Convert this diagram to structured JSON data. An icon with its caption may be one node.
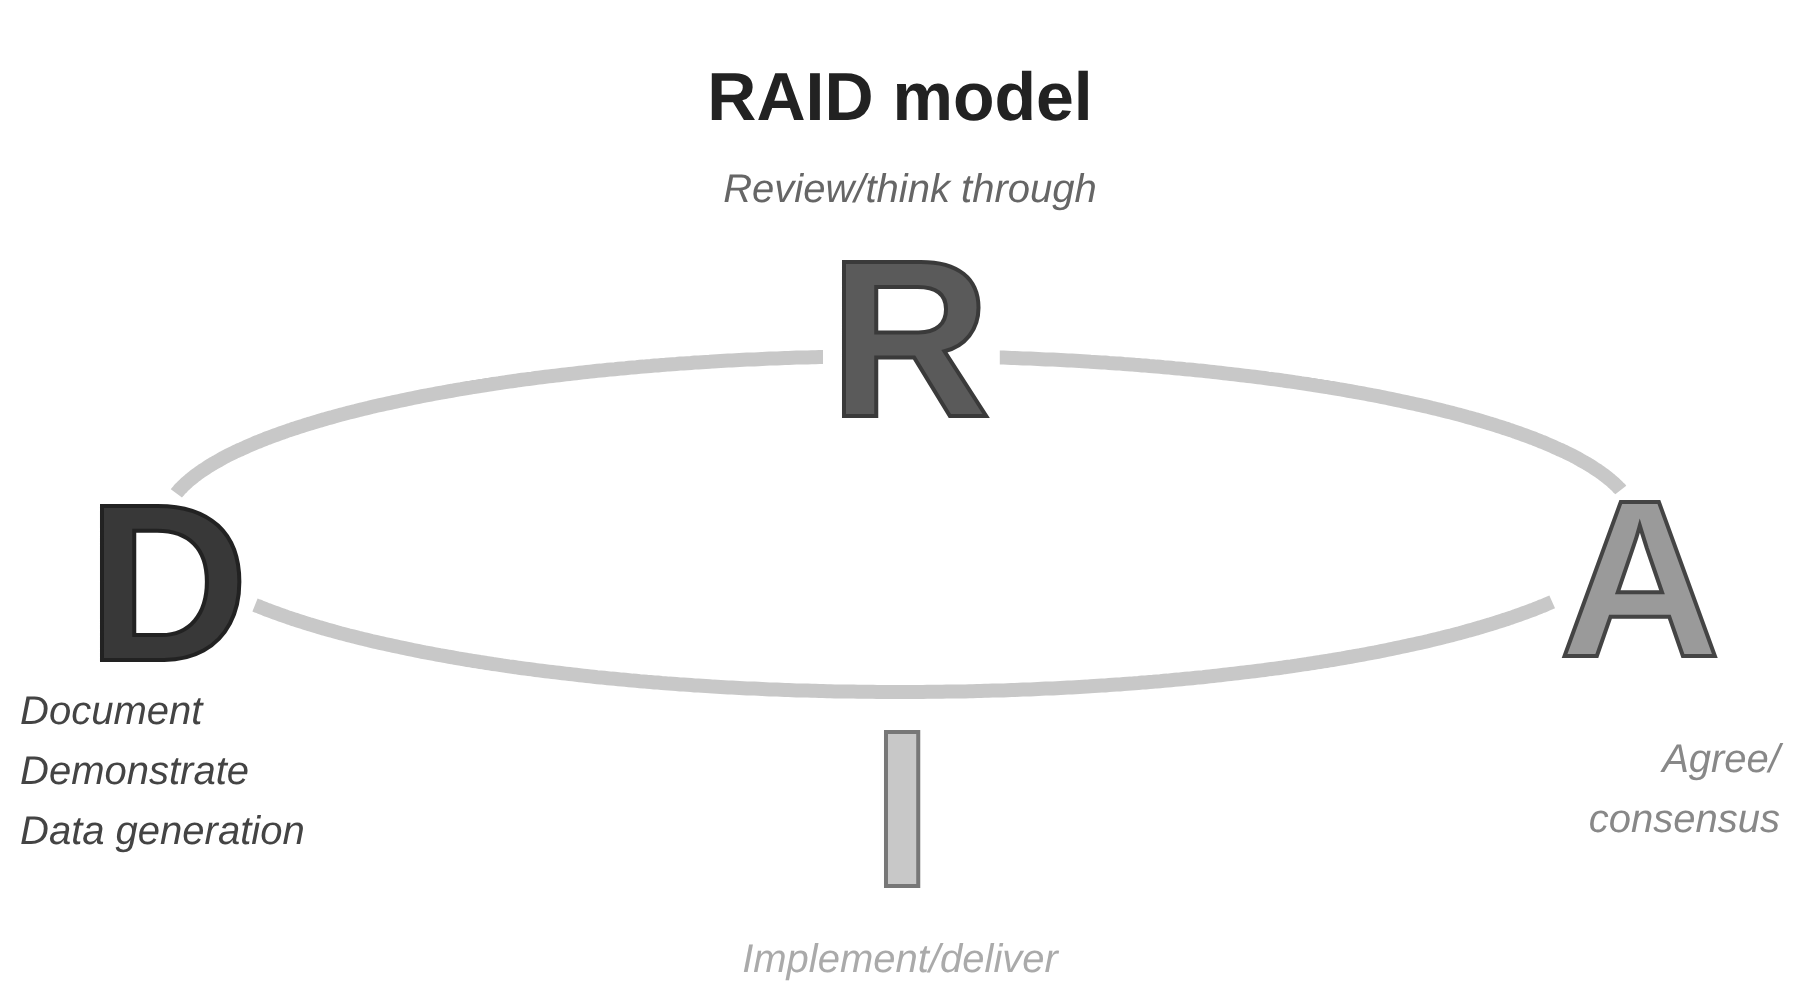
{
  "diagram": {
    "title": "RAID model",
    "nodes": [
      {
        "text": [
          "R"
        ],
        "beside": [
          "Review/think through"
        ]
      },
      {
        "text": [
          "D"
        ],
        "beside": [
          "Document",
          "Demonstrate",
          "Data generation"
        ]
      },
      {
        "text": [
          "A"
        ],
        "beside": [
          "Agree/ consensus"
        ]
      },
      {
        "text": [
          "I"
        ],
        "beside": [
          "Implement/deliver"
        ]
      }
    ],
    "edges": [
      {
        "from": 0,
        "to": 2,
        "arrow": "none"
      },
      {
        "from": 2,
        "to": 3,
        "arrow": "none"
      },
      {
        "from": 3,
        "to": 1,
        "arrow": "none"
      },
      {
        "from": 1,
        "to": 0,
        "arrow": "none"
      }
    ]
  }
}
